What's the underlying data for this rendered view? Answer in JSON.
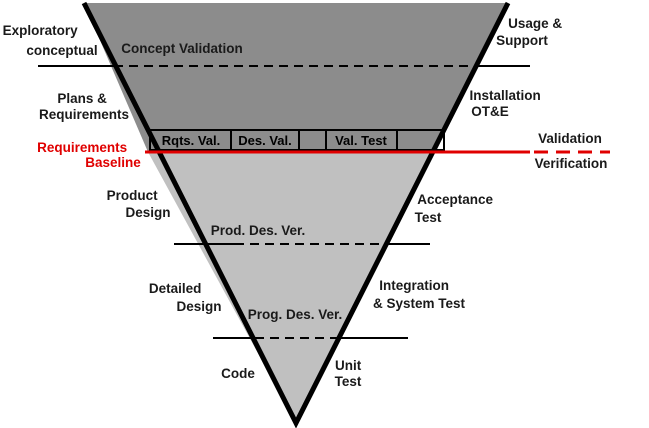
{
  "left_labels": {
    "exploratory": [
      "Exploratory",
      "conceptual"
    ],
    "plans": [
      "Plans &",
      "Requirements"
    ],
    "requirements_baseline": [
      "Requirements",
      "Baseline"
    ],
    "product_design": [
      "Product",
      "Design"
    ],
    "detailed_design": [
      "Detailed",
      "Design"
    ],
    "code": "Code"
  },
  "right_labels": {
    "usage_support": [
      "Usage &",
      "Support"
    ],
    "installation": [
      "Installation",
      "OT&E"
    ],
    "validation": "Validation",
    "verification": "Verification",
    "acceptance_test": [
      "Acceptance",
      "Test"
    ],
    "integration_test": [
      "Integration",
      "& System Test"
    ],
    "unit_test": [
      "Unit",
      "Test"
    ]
  },
  "inner_labels": {
    "concept_validation": "Concept Validation",
    "product_design_verification": "Prod. Des. Ver.",
    "program_design_verification": "Prog. Des. Ver."
  },
  "validation_cells": [
    "Rqts. Val.",
    "Des. Val.",
    "",
    "Val. Test"
  ],
  "colors": {
    "upper_fill": "#8c8c8c",
    "lower_fill": "#c0c0c0",
    "baseline_red": "#e00000",
    "outline": "#000000"
  }
}
